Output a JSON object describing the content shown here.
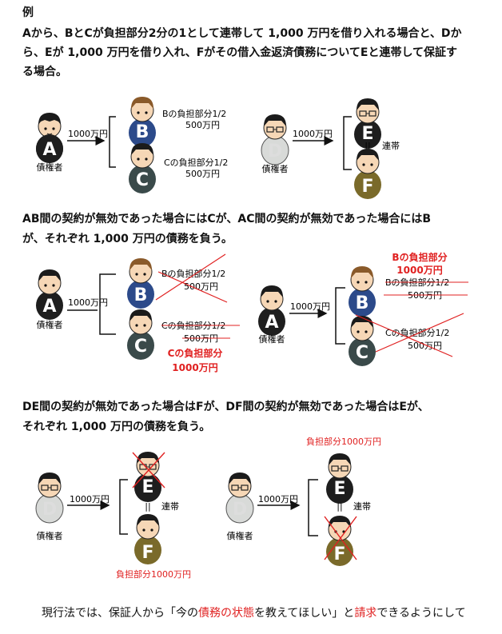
{
  "heading": "例",
  "intro_line1": "Aから、BとCが負担部分2分の1として連帯して 1,000 万円を借り入れる場合と、Dか",
  "intro_line2": "ら、Eが 1,000 万円を借り入れ、Fがその借入金返済債務についてEと連帯して保証す",
  "intro_line3": "る場合。",
  "ab_line1": "AB間の契約が無効であった場合にはCが、AC間の契約が無効であった場合にはB",
  "ab_line2": "が、それぞれ 1,000 万円の債務を負う。",
  "de_line1": "DE間の契約が無効であった場合はFが、DF間の契約が無効であった場合はEが、",
  "de_line2": "それぞれ 1,000 万円の債務を負う。",
  "labels": {
    "creditor": "債権者",
    "amount": "1000万円",
    "b_share": "Bの負担部分1/2",
    "c_share": "Cの負担部分1/2",
    "half": "500万円",
    "rentai": "連帯",
    "full_share": "負担部分1000万円",
    "b_full_1": "Bの負担部分",
    "b_full_2": "1000万円",
    "c_full_1": "Cの負担部分",
    "c_full_2": "1000万円",
    "eq": "||"
  },
  "letters": {
    "a": "A",
    "b": "B",
    "c": "C",
    "d": "D",
    "e": "E",
    "f": "F"
  },
  "footer": {
    "part1": "現行法では、保証人から「今の",
    "part2": "債務の状態",
    "part3": "を教えてほしい」と",
    "part4": "請求",
    "part5": "できるようにして"
  },
  "colors": {
    "accent_red": "#e02020",
    "blue_coat": "#2c4a8a",
    "gray_coat": "#3a4a4a",
    "olive_coat": "#7a6a2a",
    "white_coat": "#d8dad8"
  }
}
